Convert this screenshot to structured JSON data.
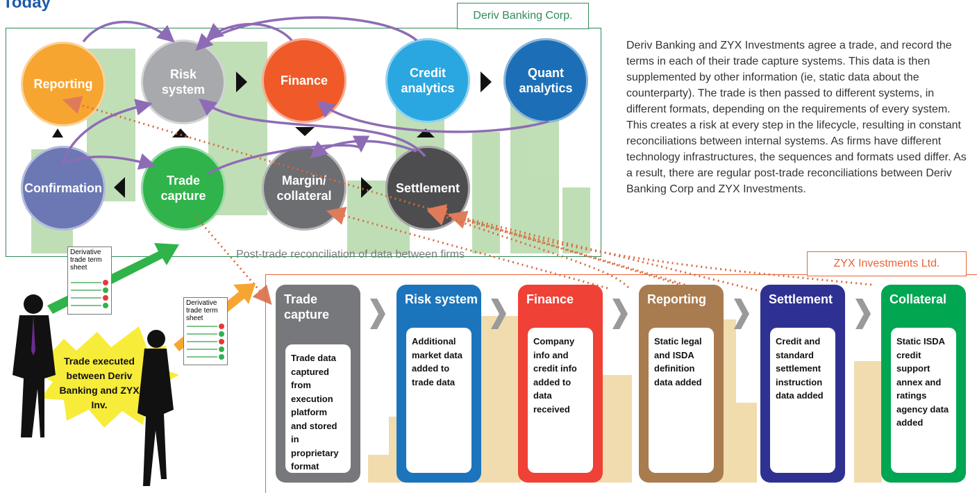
{
  "page": {
    "title": "Today"
  },
  "top_panel": {
    "label": "Deriv Banking Corp.",
    "nodes": {
      "reporting": "Reporting",
      "risk": "Risk system",
      "finance": "Finance",
      "credit": "Credit analytics",
      "quant": "Quant analytics",
      "confirmation": "Confirmation",
      "trade_capture": "Trade capture",
      "margin": "Margin/ collateral",
      "settlement": "Settlement"
    },
    "colors": {
      "reporting": "#f7a531",
      "risk": "#a7a9ac",
      "finance": "#ef5a28",
      "credit": "#2aa7e0",
      "quant": "#1c6fb7",
      "confirmation": "#6b78b4",
      "trade_capture": "#2fb34a",
      "margin": "#6d6e71",
      "settlement": "#4d4d4f"
    }
  },
  "description": "Deriv Banking and ZYX Investments agree a trade, and record the terms in each of their trade capture systems. This data is then supplemented by other information (ie, static data about the counterparty). The trade is then passed to different systems, in different formats, depending on the requirements of every system. This creates a risk at every step in the lifecycle, resulting in constant reconciliations between internal systems. As firms have different technology infrastructures, the sequences and formats used differ. As a result, there are regular post-trade reconciliations between Deriv Banking Corp and ZYX Investments.",
  "reconciliation_label": "Post-trade reconciliation of data between firms",
  "bottom_panel": {
    "label": "ZYX Investments Ltd.",
    "cards": [
      {
        "title": "Trade capture",
        "body": "Trade data captured from execution platform and stored in proprietary format",
        "color": "#77787b"
      },
      {
        "title": "Risk system",
        "body": "Additional market data added to trade data",
        "color": "#1c75bc"
      },
      {
        "title": "Finance",
        "body": "Company info and credit info added to data received",
        "color": "#ef4136"
      },
      {
        "title": "Reporting",
        "body": "Static legal and ISDA definition data added",
        "color": "#a97c50"
      },
      {
        "title": "Settlement",
        "body": "Credit and standard settlement instruction data added",
        "color": "#2e3192"
      },
      {
        "title": "Collateral",
        "body": "Static ISDA credit support annex and ratings agency data added",
        "color": "#00a651"
      }
    ]
  },
  "term_sheet_label": "Derivative trade term sheet",
  "trade_executed": "Trade executed between Deriv Banking and ZYX Inv."
}
